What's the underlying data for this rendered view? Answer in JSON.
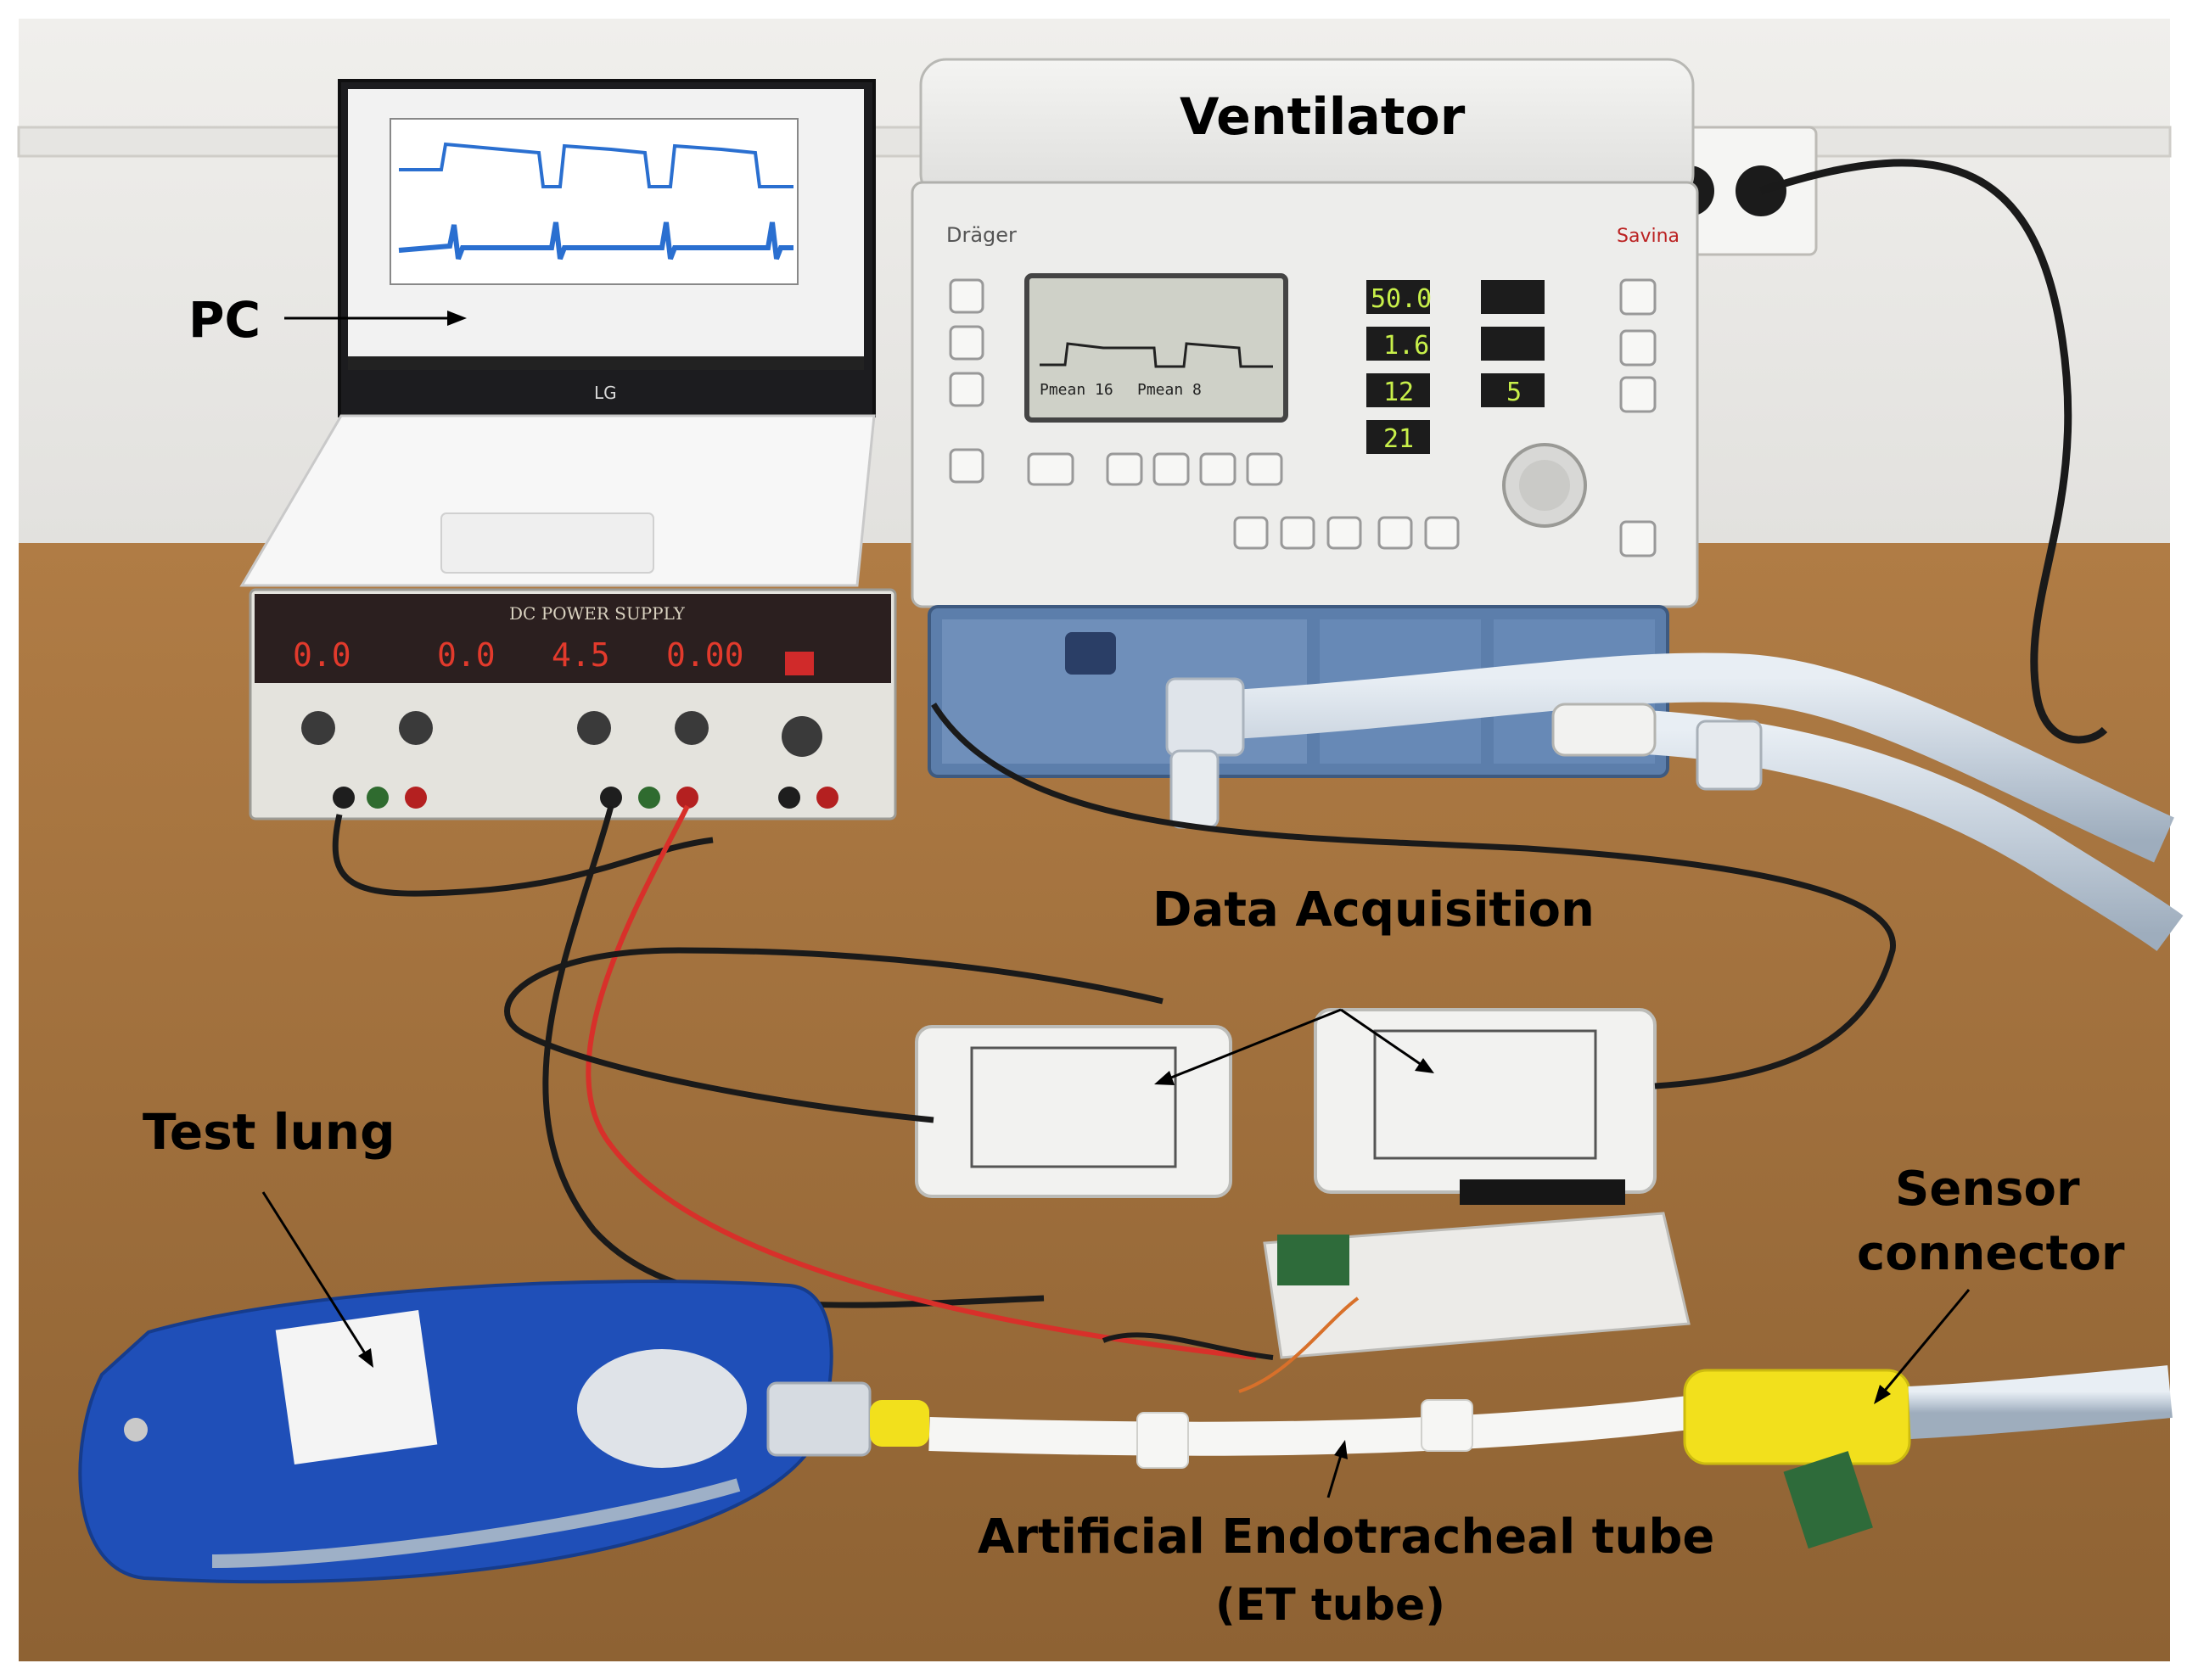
{
  "labels": {
    "ventilator": "Ventilator",
    "pc": "PC",
    "data_acquisition": "Data Acquisition",
    "test_lung": "Test lung",
    "sensor_connector_line1": "Sensor",
    "sensor_connector_line2": "connector",
    "et_tube_line1": "Artificial Endotracheal tube",
    "et_tube_line2": "(ET tube)"
  },
  "device_text": {
    "laptop_brand": "LG",
    "ventilator_brand": "Dräger",
    "ventilator_model": "Savina",
    "vent_readout_1": "50.0",
    "vent_readout_2": "1.6",
    "vent_readout_3": "12",
    "vent_readout_4": "21",
    "vent_readout_5": "5",
    "vent_screen_pmean": "Pmean 16",
    "vent_screen_pmean2": "Pmean 8",
    "psu_title": "DC POWER SUPPLY",
    "psu_display_1": "0.0",
    "psu_display_2": "0.0",
    "psu_display_3": "4.5",
    "psu_display_4": "0.00"
  },
  "colors": {
    "wall": "#ececea",
    "desk": "#a4733f",
    "test_lung_blue": "#1f4fb8",
    "sensor_yellow": "#f2e01c",
    "led_green": "#c8f04a",
    "led_red": "#e23a2c",
    "waveform_blue": "#2a6fd0"
  }
}
